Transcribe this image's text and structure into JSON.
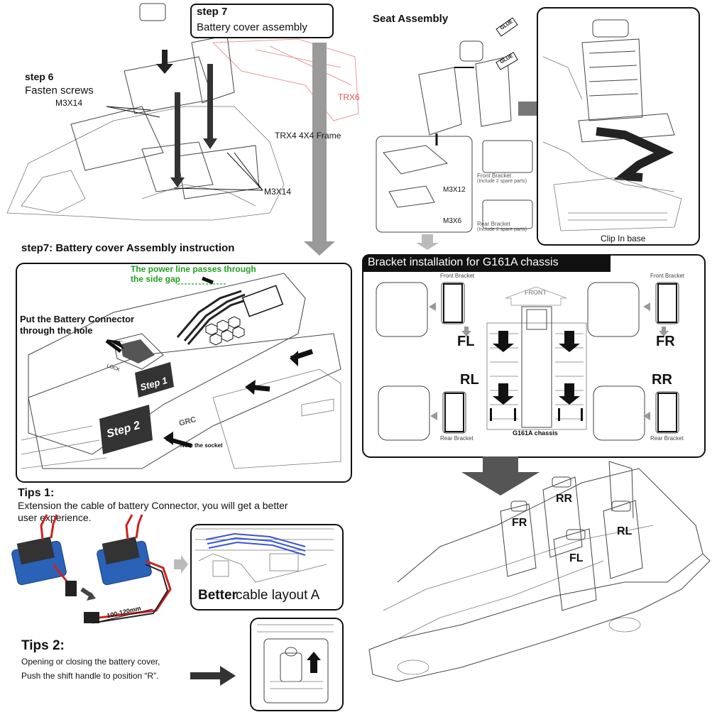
{
  "top_left": {
    "step7_title": "step 7",
    "step7_subtitle": "Battery cover assembly",
    "step6_title": "step 6",
    "step6_subtitle": "Fasten screws",
    "screw_a": "M3X14",
    "screw_b": "M3X14",
    "frame_label": "TRX4  4X4 Frame",
    "frame_label_red": "TRX6"
  },
  "seat": {
    "title": "Seat Assembly",
    "glue_a": "GLUE",
    "glue_b": "GLUE",
    "screw_m3x12": "M3X12",
    "screw_m3x6": "M3X6",
    "front_bracket": "Front Bracket",
    "front_bracket_note": "(Include 2 spare parts)",
    "rear_bracket": "Rear Bracket",
    "rear_bracket_note": "(Include 2 spare parts)",
    "clip_in_base": "Clip In base"
  },
  "instruction": {
    "heading": "step7:  Battery cover Assembly instruction",
    "green_note_1": "The power line passes through",
    "green_note_2": "the side gap",
    "connector_1": "Put the Battery Connector",
    "connector_2": "through the hole",
    "step1": "Step 1",
    "step2": "Step 2",
    "note_socket": "Note the socket",
    "lock": "LOCK",
    "brand": "GRC"
  },
  "bracket": {
    "header": "Bracket installation for G161A chassis",
    "front_bracket_left": "Front Bracket",
    "front_bracket_right": "Front Bracket",
    "rear_bracket_left": "Rear Bracket",
    "rear_bracket_right": "Rear Bracket",
    "front": "FRONT",
    "fl": "FL",
    "fr": "FR",
    "rl": "RL",
    "rr": "RR",
    "chassis": "G161A chassis"
  },
  "tips": {
    "tips1_title": "Tips 1:",
    "tips1_text_1": "Extension the cable of battery Connector,  you will get a better",
    "tips1_text_2": "user experience.",
    "cable_length": "100-120mm",
    "better": "Better",
    "cable_layout": " cable layout A",
    "tips2_title": "Tips 2:",
    "tips2_text_1": "Opening or closing the battery cover,",
    "tips2_text_2": "Push the shift handle to position “R”."
  },
  "final": {
    "fr": "FR",
    "rr": "RR",
    "rl": "RL",
    "fl": "FL"
  }
}
